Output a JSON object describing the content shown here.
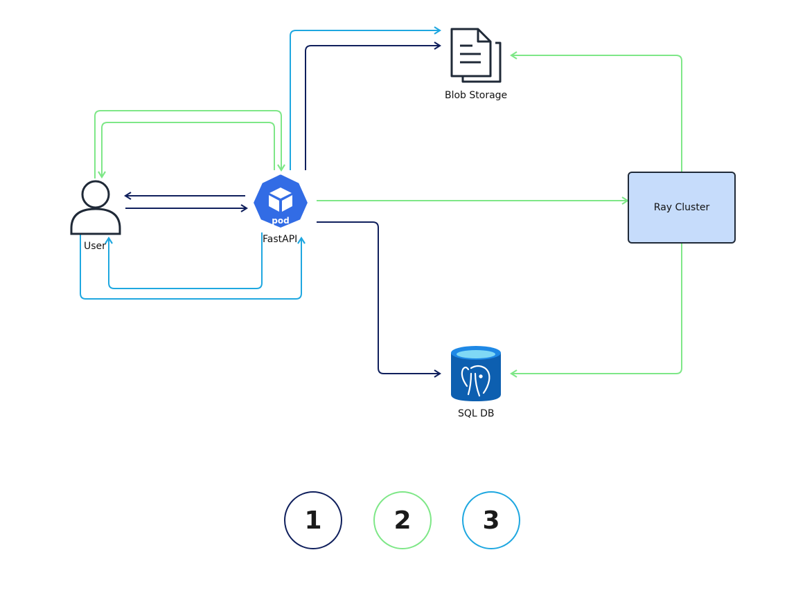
{
  "nodes": {
    "user": {
      "label": "User"
    },
    "fastapi": {
      "label": "FastAPI",
      "icon_text": "pod"
    },
    "blob": {
      "label": "Blob Storage"
    },
    "ray": {
      "label": "Ray Cluster"
    },
    "sqldb": {
      "label": "SQL DB"
    }
  },
  "legend": [
    {
      "label": "1",
      "color": "#0f1f5c"
    },
    {
      "label": "2",
      "color": "#7ee787"
    },
    {
      "label": "3",
      "color": "#1ea7e0"
    }
  ],
  "colors": {
    "flow_1": "#0f1f5c",
    "flow_2": "#7ee787",
    "flow_3": "#1ea7e0",
    "ray_fill": "#c6dcfb",
    "kube_blue": "#326ce5",
    "db_blue": "#0d5fb0"
  },
  "icons": {
    "user": "user-icon",
    "fastapi": "kubernetes-pod-icon",
    "blob": "document-storage-icon",
    "sqldb": "postgres-database-icon"
  }
}
